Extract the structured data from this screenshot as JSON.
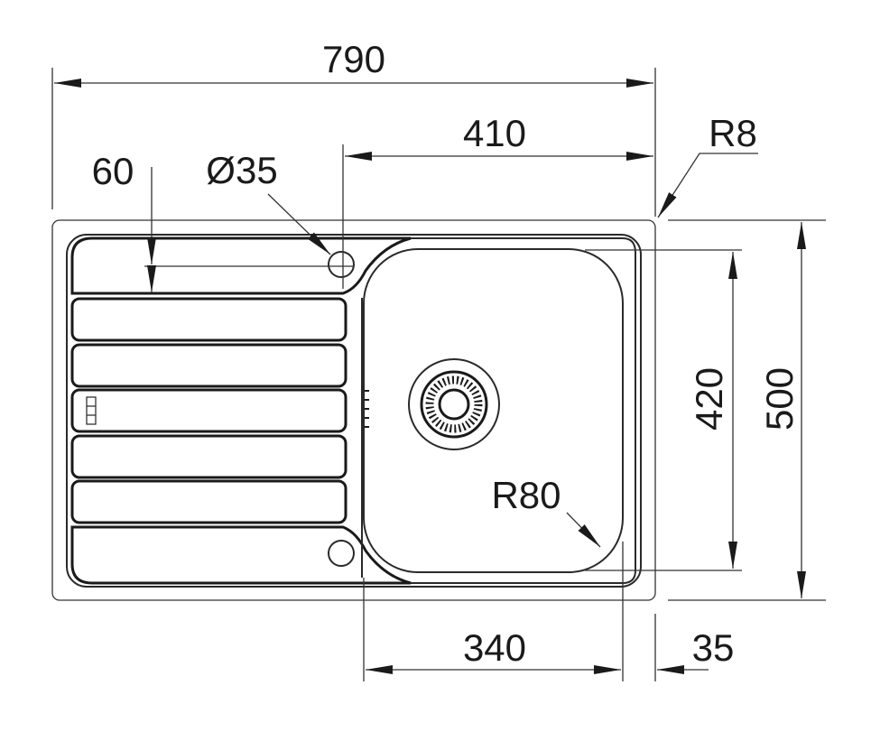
{
  "drawing": {
    "title": "Sink dimension drawing",
    "dimensions": {
      "overall_width": "790",
      "bowl_offset": "410",
      "drainer_rib_offset": "60",
      "tap_hole": "Ø35",
      "corner_radius": "R8",
      "bowl_depth": "420",
      "overall_depth": "500",
      "bowl_radius": "R80",
      "bowl_width": "340",
      "edge_margin": "35"
    },
    "line_color": "#1a1a1a"
  }
}
